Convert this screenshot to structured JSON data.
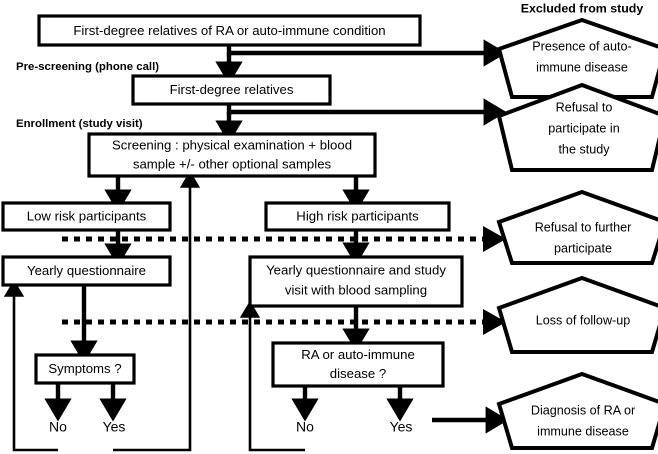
{
  "diagram": {
    "title": "Study flow diagram of first-degree relatives cohort",
    "header": {
      "excluded_label": "Excluded from study"
    },
    "stage_labels": [
      {
        "id": "pre-screening",
        "text": "Pre-screening (phone call)"
      },
      {
        "id": "enrollment",
        "text": "Enrollment (study visit)"
      }
    ],
    "process_boxes": [
      {
        "id": "first-degree-relatives-ra",
        "lines": [
          "First-degree relatives of RA or auto-immune condition"
        ]
      },
      {
        "id": "first-degree-relatives",
        "lines": [
          "First-degree relatives"
        ]
      },
      {
        "id": "screening",
        "lines": [
          "Screening : physical examination + blood",
          "sample +/- other optional samples"
        ]
      },
      {
        "id": "low-risk-participants",
        "lines": [
          "Low risk participants"
        ]
      },
      {
        "id": "high-risk-participants",
        "lines": [
          "High risk participants"
        ]
      },
      {
        "id": "yearly-questionnaire",
        "lines": [
          "Yearly questionnaire"
        ]
      },
      {
        "id": "yearly-questionnaire-study-visit",
        "lines": [
          "Yearly questionnaire and study",
          "visit with blood sampling"
        ]
      },
      {
        "id": "symptoms-decision",
        "lines": [
          "Symptoms ?"
        ]
      },
      {
        "id": "ra-disease-decision",
        "lines": [
          "RA or auto-immune",
          "disease ?"
        ]
      }
    ],
    "exit_pentagons": [
      {
        "id": "presence-auto-immune-disease",
        "lines": [
          "Presence of auto-",
          "immune disease"
        ]
      },
      {
        "id": "refusal-participate-study",
        "lines": [
          "Refusal to",
          "participate in",
          "the study"
        ]
      },
      {
        "id": "refusal-further-participate",
        "lines": [
          "Refusal to further",
          "participate"
        ]
      },
      {
        "id": "loss-of-follow-up",
        "lines": [
          "Loss of follow-up"
        ]
      },
      {
        "id": "diagnosis-ra-immune-disease",
        "lines": [
          "Diagnosis of RA or",
          "immune disease"
        ]
      }
    ],
    "branch_labels": [
      {
        "id": "symptoms-no",
        "text": "No"
      },
      {
        "id": "symptoms-yes",
        "text": "Yes"
      },
      {
        "id": "ra-no",
        "text": "No"
      },
      {
        "id": "ra-yes",
        "text": "Yes"
      }
    ],
    "colors": {
      "stroke": "#000000",
      "fill": "#ffffff",
      "text": "#000000"
    }
  }
}
